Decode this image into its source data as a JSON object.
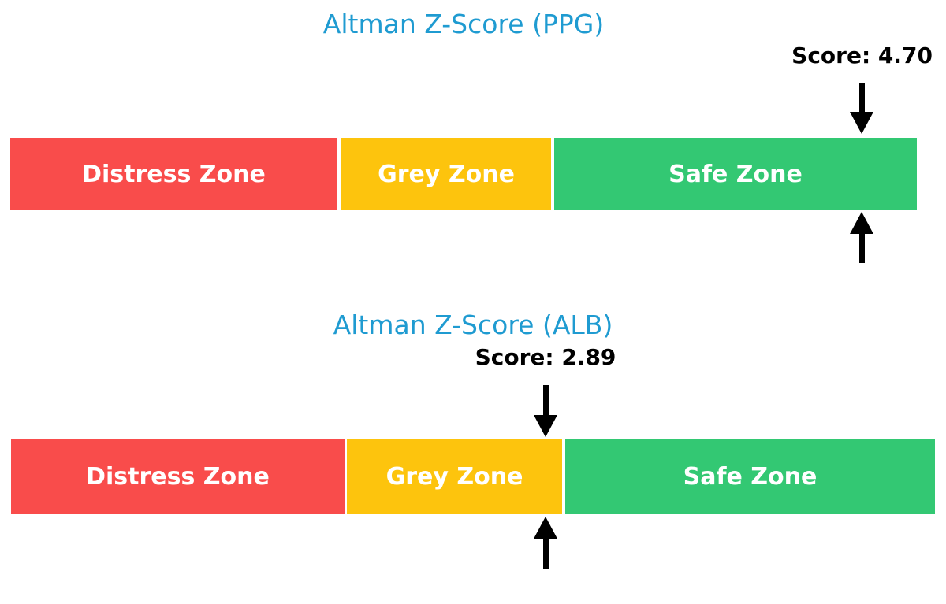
{
  "background_color": "#ffffff",
  "colors": {
    "title_text": "#1f9bd1",
    "score_text": "#000000",
    "zone_label_text": "#ffffff",
    "arrow": "#000000",
    "distress": "#f94c4b",
    "grey": "#fdc40d",
    "safe": "#33c873"
  },
  "charts": [
    {
      "title": "Altman Z-Score (PPG)",
      "score_label": "Score: 4.70",
      "zones": [
        {
          "label": "Distress Zone"
        },
        {
          "label": "Grey Zone"
        },
        {
          "label": "Safe Zone"
        }
      ]
    },
    {
      "title": "Altman Z-Score (ALB)",
      "score_label": "Score: 2.89",
      "zones": [
        {
          "label": "Distress Zone"
        },
        {
          "label": "Grey Zone"
        },
        {
          "label": "Safe Zone"
        }
      ]
    }
  ],
  "chart_data": [
    {
      "type": "bar",
      "subtype": "zone-gauge-horizontal",
      "title": "Altman Z-Score (PPG)",
      "score": 4.7,
      "score_label": "Score: 4.70",
      "categories": [
        "Distress Zone",
        "Grey Zone",
        "Safe Zone"
      ],
      "zone_colors": [
        "#f94c4b",
        "#fdc40d",
        "#33c873"
      ],
      "zone_width_fractions": [
        0.36,
        0.23,
        0.4
      ],
      "marker_fraction_along_bar": 0.94,
      "marker_in_zone": "Safe Zone",
      "marker_style": "black arrows above and below bar",
      "legend": "none",
      "axes": "none"
    },
    {
      "type": "bar",
      "subtype": "zone-gauge-horizontal",
      "title": "Altman Z-Score (ALB)",
      "score": 2.89,
      "score_label": "Score: 2.89",
      "categories": [
        "Distress Zone",
        "Grey Zone",
        "Safe Zone"
      ],
      "zone_colors": [
        "#f94c4b",
        "#fdc40d",
        "#33c873"
      ],
      "zone_width_fractions": [
        0.36,
        0.23,
        0.4
      ],
      "marker_fraction_along_bar": 0.58,
      "marker_in_zone": "Grey Zone (near boundary with Safe Zone)",
      "marker_style": "black arrows above and below bar",
      "legend": "none",
      "axes": "none"
    }
  ]
}
